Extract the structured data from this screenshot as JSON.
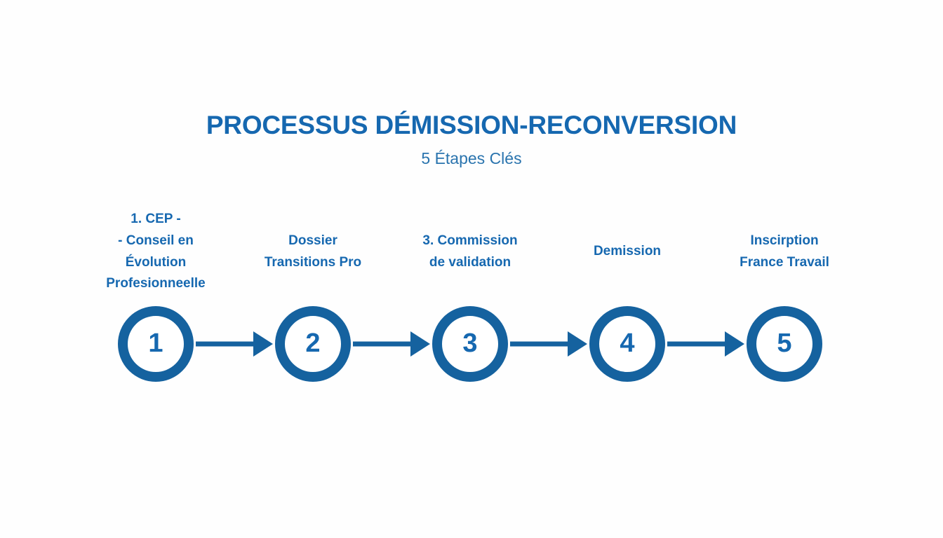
{
  "header": {
    "title": "PROCESSUS DÉMISSION-RECONVERSION",
    "subtitle": "5 Étapes Clés"
  },
  "colors": {
    "primary_blue": "#1668b0",
    "ring_blue": "#15629f",
    "subtitle_blue": "#2a74ae",
    "arrow_blue": "#15629f",
    "background": "#fefefe",
    "node_fill": "#ffffff"
  },
  "chart_data": {
    "type": "diagram",
    "subtype": "linear-process-flow",
    "title": "PROCESSUS DÉMISSION-RECONVERSION",
    "subtitle": "5 Étapes Clés",
    "step_count": 5,
    "orientation": "horizontal",
    "connector": "arrow-right",
    "steps": [
      {
        "number": "1",
        "label_lines": [
          "1. CEP -",
          "- Conseil en",
          "Évolution",
          "Profesionneelle"
        ],
        "label_text": "1. CEP - - Conseil en Évolution Profesionneelle"
      },
      {
        "number": "2",
        "label_lines": [
          "Dossier",
          "Transitions Pro"
        ],
        "label_text": "Dossier Transitions Pro"
      },
      {
        "number": "3",
        "label_lines": [
          "3. Commission",
          "de validation"
        ],
        "label_text": "3. Commission de validation"
      },
      {
        "number": "4",
        "label_lines": [
          "Demission"
        ],
        "label_text": "Demission"
      },
      {
        "number": "5",
        "label_lines": [
          "Inscirption",
          "France Travail"
        ],
        "label_text": "Inscirption France Travail"
      }
    ]
  },
  "steps": [
    {
      "number": "1",
      "lines": [
        "1. CEP -",
        "- Conseil en",
        "Évolution",
        "Profesionneelle"
      ]
    },
    {
      "number": "2",
      "lines": [
        "Dossier",
        "Transitions Pro"
      ]
    },
    {
      "number": "3",
      "lines": [
        "3. Commission",
        "de validation"
      ]
    },
    {
      "number": "4",
      "lines": [
        "Demission"
      ]
    },
    {
      "number": "5",
      "lines": [
        "Inscirption",
        "France Travail"
      ]
    }
  ],
  "icons": {
    "arrow": "arrow-right-icon"
  }
}
